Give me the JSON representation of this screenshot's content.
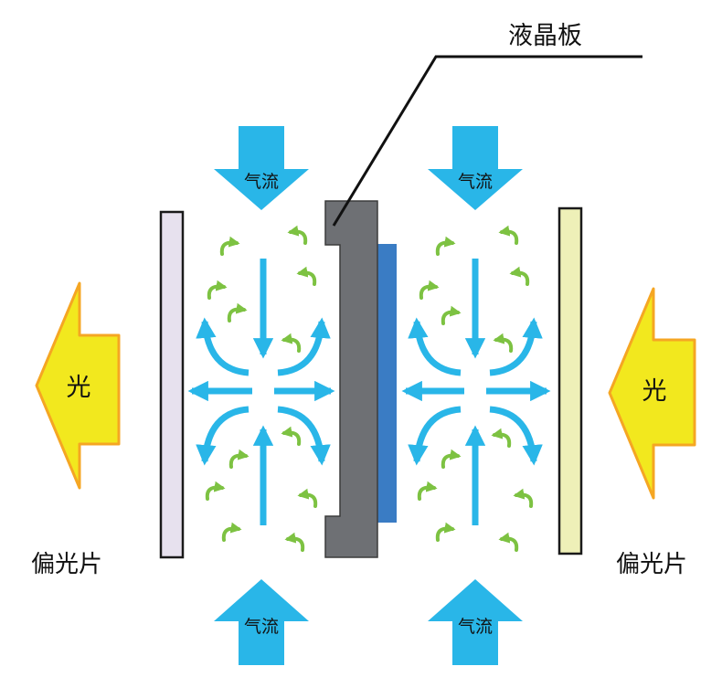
{
  "labels": {
    "lcd_panel": "液晶板",
    "airflow": "气流",
    "light": "光",
    "polarizer": "偏光片"
  },
  "colors": {
    "airflow_blue": "#29B6E8",
    "swirl_green": "#7DC242",
    "light_yellow": "#F2E81E",
    "light_orange": "#F5A623",
    "lcd_gray": "#6E7074",
    "lcd_blue": "#3A7CC4",
    "polarizer_left": "#E7E1EE",
    "polarizer_right": "#EEF0B8"
  }
}
